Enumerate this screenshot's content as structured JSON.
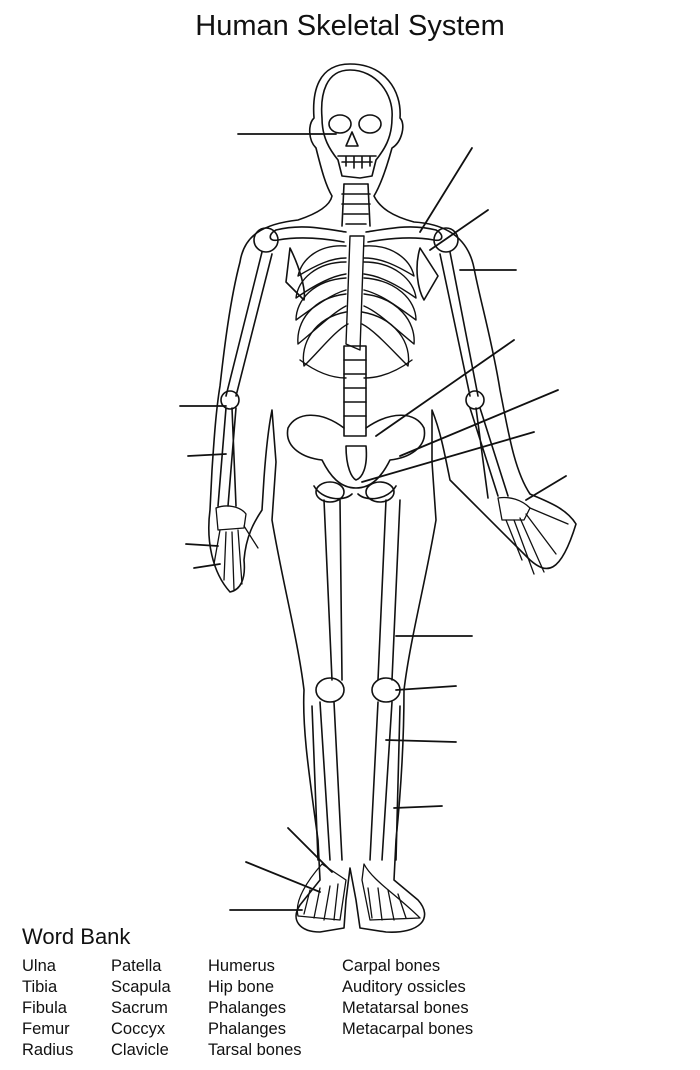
{
  "title": "Human Skeletal System",
  "word_bank": {
    "heading": "Word Bank",
    "columns": [
      [
        "Ulna",
        "Tibia",
        "Fibula",
        "Femur",
        "Radius"
      ],
      [
        "Patella",
        "Scapula",
        "Sacrum",
        "Coccyx",
        "Clavicle"
      ],
      [
        "Humerus",
        "Hip bone",
        "Phalanges",
        "Phalanges",
        "Tarsal bones"
      ],
      [
        "Carpal bones",
        "Auditory ossicles",
        "Metatarsal bones",
        "Metacarpal bones"
      ]
    ]
  }
}
